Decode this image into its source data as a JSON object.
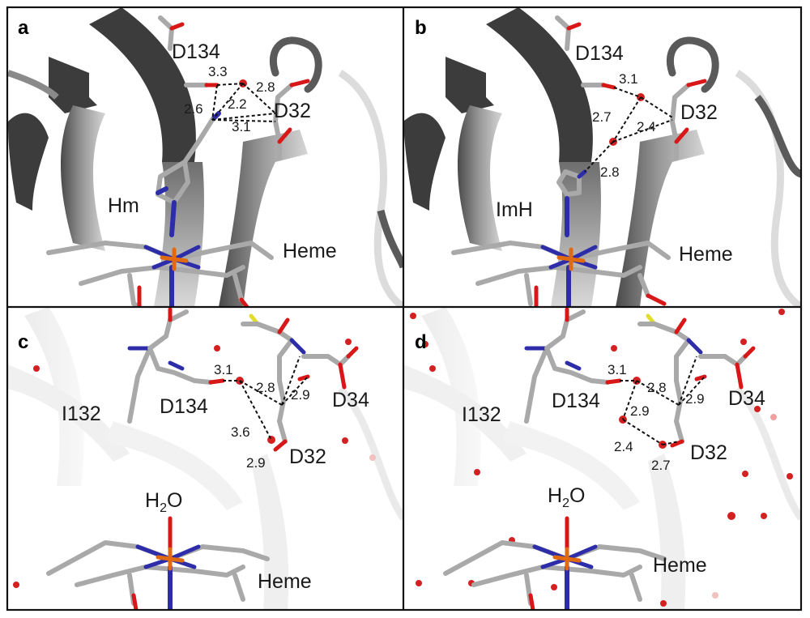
{
  "panels": [
    {
      "id": "a",
      "letter": "a",
      "labels": {
        "residue1": "D134",
        "residue2": "D32",
        "ligand": "Hm",
        "heme": "Heme"
      },
      "distances": [
        "3.3",
        "2.8",
        "2.6",
        "2.2",
        "3.1"
      ]
    },
    {
      "id": "b",
      "letter": "b",
      "labels": {
        "residue1": "D134",
        "residue2": "D32",
        "ligand": "ImH",
        "heme": "Heme"
      },
      "distances": [
        "3.1",
        "2.7",
        "2.4",
        "2.8"
      ]
    },
    {
      "id": "c",
      "letter": "c",
      "labels": {
        "residue0": "I132",
        "residue1": "D134",
        "residue2": "D32",
        "residue3": "D34",
        "water": "H",
        "water_sub": "2",
        "water_tail": "O",
        "heme": "Heme"
      },
      "distances": [
        "3.1",
        "2.8",
        "2.9",
        "3.6",
        "2.9"
      ]
    },
    {
      "id": "d",
      "letter": "d",
      "labels": {
        "residue0": "I132",
        "residue1": "D134",
        "residue2": "D32",
        "residue3": "D34",
        "water": "H",
        "water_sub": "2",
        "water_tail": "O",
        "heme": "Heme"
      },
      "distances": [
        "3.1",
        "2.8",
        "2.9",
        "2.9",
        "2.4",
        "2.7"
      ]
    }
  ],
  "colors": {
    "carbon": "#a9a9a9",
    "oxygen": "#d81818",
    "nitrogen": "#2d2daa",
    "iron": "#e06a10",
    "sulfur": "#e2dc2a",
    "water": "#d42020",
    "ribbon_dark": "#3c3c3c",
    "ribbon_light": "#d8d8d8"
  }
}
